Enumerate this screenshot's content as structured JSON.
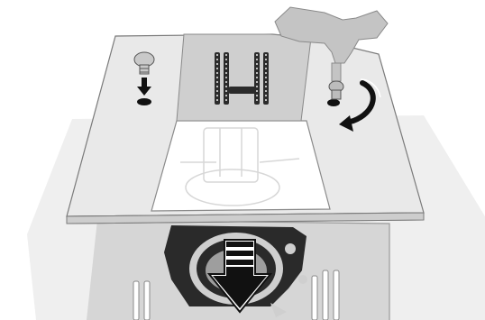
{
  "diagram": {
    "steps": [
      "remove-screws",
      "lift-needle-plate",
      "remove-bobbin-case"
    ],
    "colors": {
      "background_sheet": "#efefef",
      "base_plate": "#d6d6d6",
      "base_plate_edge": "#9a9a9a",
      "hook_dark": "#2a2a2a",
      "cover_plate": "#e9e9e9",
      "cover_edge": "#7a7a7a",
      "needle_plate": "#cfcfcf",
      "feed_slot": "#2b2b2b",
      "transparent_window": "#ffffff",
      "screwdriver": "#c4c4c4",
      "arrow": "#111111",
      "arrow_light": "#e0e0e0"
    },
    "icons": [
      "screw-icon",
      "screwdriver-icon",
      "rotate-arrow-icon",
      "down-arrow-icon",
      "bobbin-case-icon"
    ]
  }
}
